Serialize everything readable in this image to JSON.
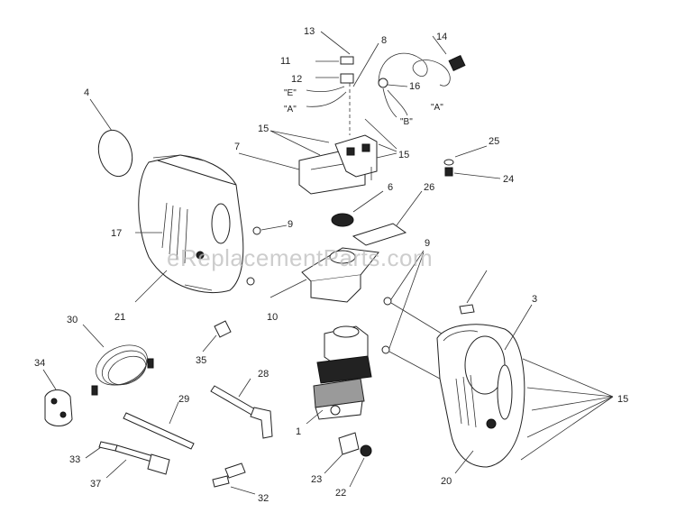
{
  "watermark": "eReplacementParts.com",
  "callouts": {
    "c1": "1",
    "c3": "3",
    "c4": "4",
    "c6": "6",
    "c7": "7",
    "c8": "8",
    "c9a": "9",
    "c9b": "9",
    "c10": "10",
    "c11": "11",
    "c12": "12",
    "c13": "13",
    "c14": "14",
    "c15a": "15",
    "c15b": "15",
    "c15c": "15",
    "c16": "16",
    "c17": "17",
    "c20": "20",
    "c21": "21",
    "c22": "22",
    "c23": "23",
    "c24": "24",
    "c25": "25",
    "c26": "26",
    "c28": "28",
    "c29": "29",
    "c30": "30",
    "c32": "32",
    "c33": "33",
    "c34": "34",
    "c35": "35",
    "c37": "37"
  },
  "wire_labels": {
    "E": "\"E\"",
    "A1": "\"A\"",
    "B": "\"B\"",
    "A2": "\"A\""
  }
}
